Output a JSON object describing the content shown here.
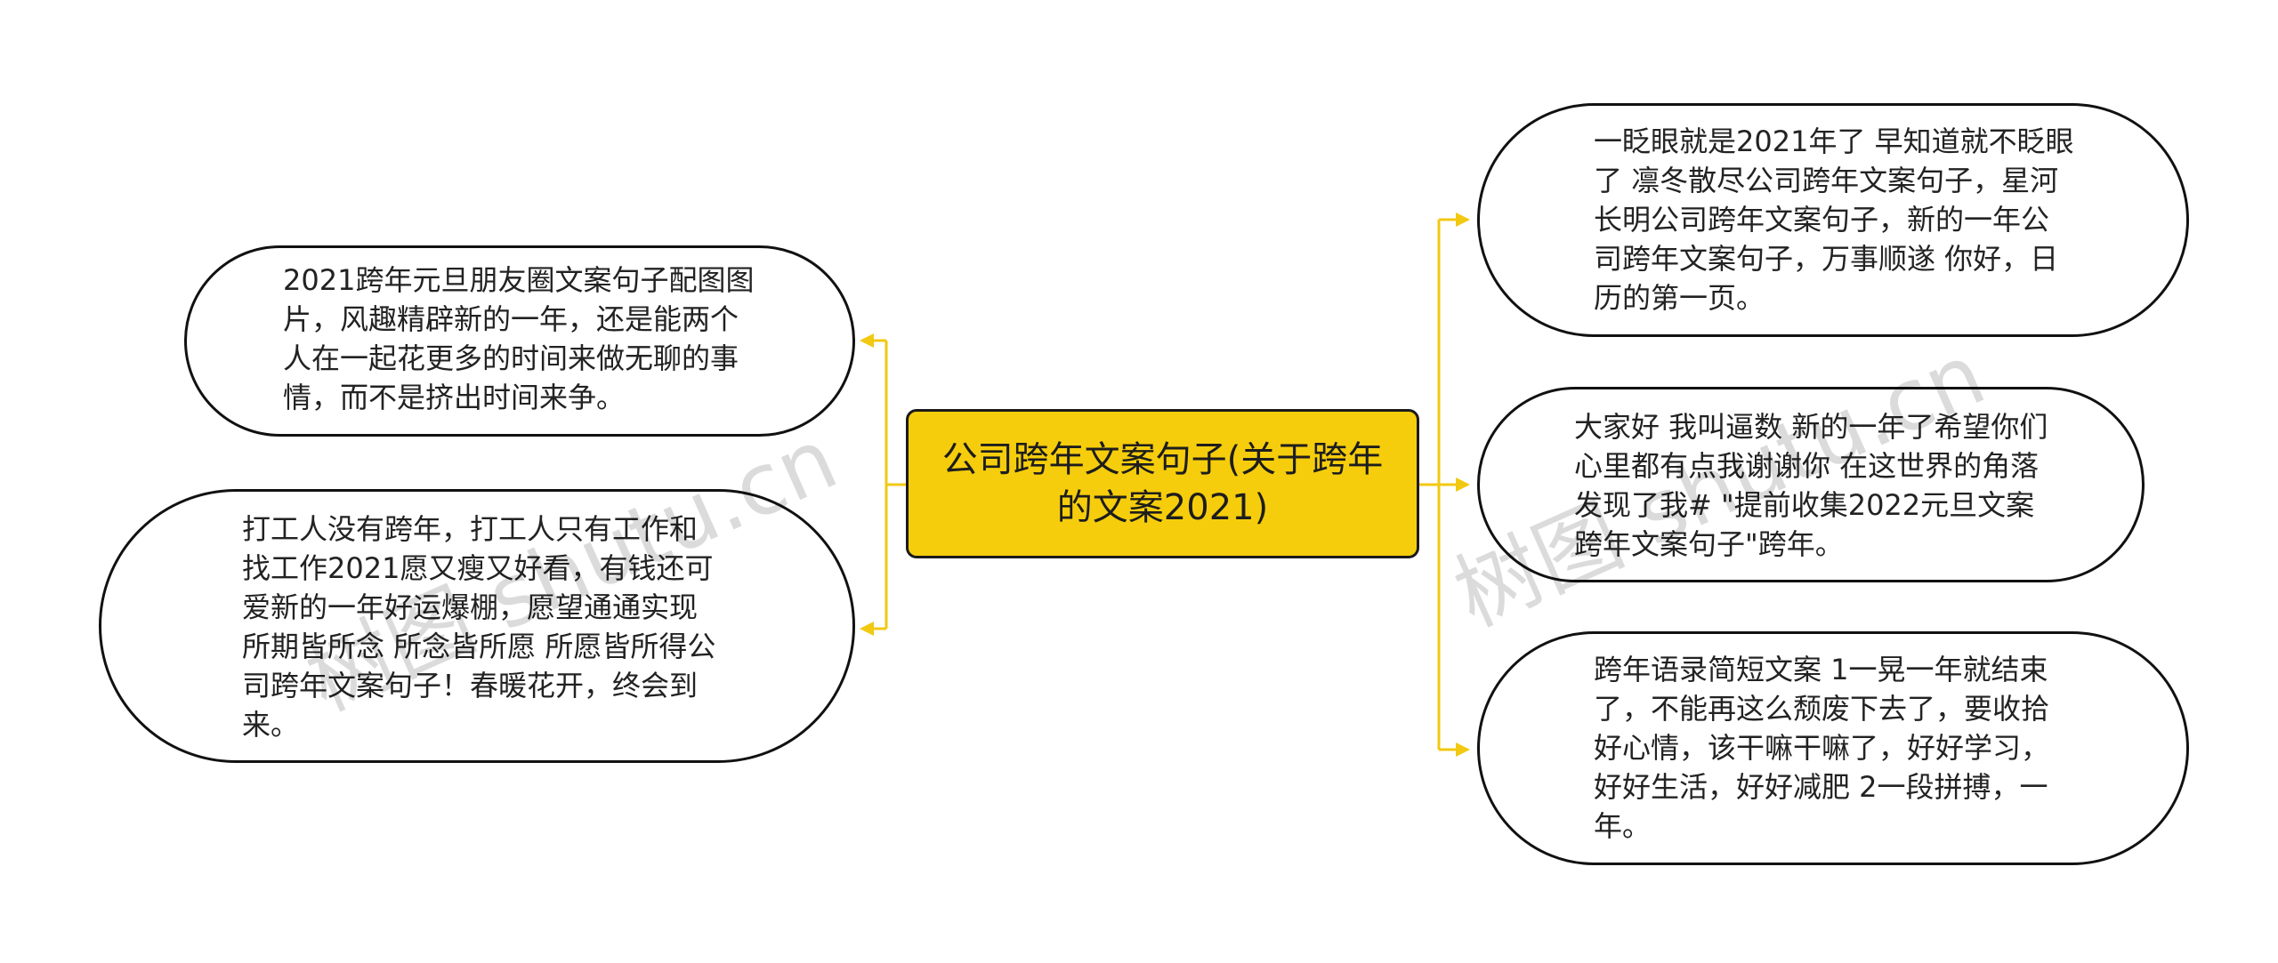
{
  "mindmap": {
    "center": "公司跨年文案句子(关于跨年的文案2021)",
    "left_branches": [
      "2021跨年元旦朋友圈文案句子配图图片，风趣精辟新的一年，还是能两个人在一起花更多的时间来做无聊的事情，而不是挤出时间来争。",
      "打工人没有跨年，打工人只有工作和找工作2021愿又瘦又好看，有钱还可爱新的一年好运爆棚，愿望通通实现所期皆所念 所念皆所愿 所愿皆所得公司跨年文案句子！春暖花开，终会到来。"
    ],
    "right_branches": [
      "一眨眼就是2021年了 早知道就不眨眼了 凛冬散尽公司跨年文案句子，星河长明公司跨年文案句子，新的一年公司跨年文案句子，万事顺遂 你好，日历的第一页。",
      "大家好 我叫逼数 新的一年了希望你们心里都有点我谢谢你 在这世界的角落 发现了我# \"提前收集2022元旦文案跨年文案句子\"跨年。",
      "跨年语录简短文案 1一晃一年就结束了，不能再这么颓废下去了，要收拾好心情，该干嘛干嘛了，好好学习，好好生活，好好减肥 2一段拼搏，一年。"
    ]
  },
  "watermark": {
    "left_text": "树图 shutu.cn",
    "right_text": "树图 shutu.cn"
  },
  "colors": {
    "connector": "#f2c811",
    "center_fill": "#f6cd0c",
    "node_border": "#111111"
  }
}
